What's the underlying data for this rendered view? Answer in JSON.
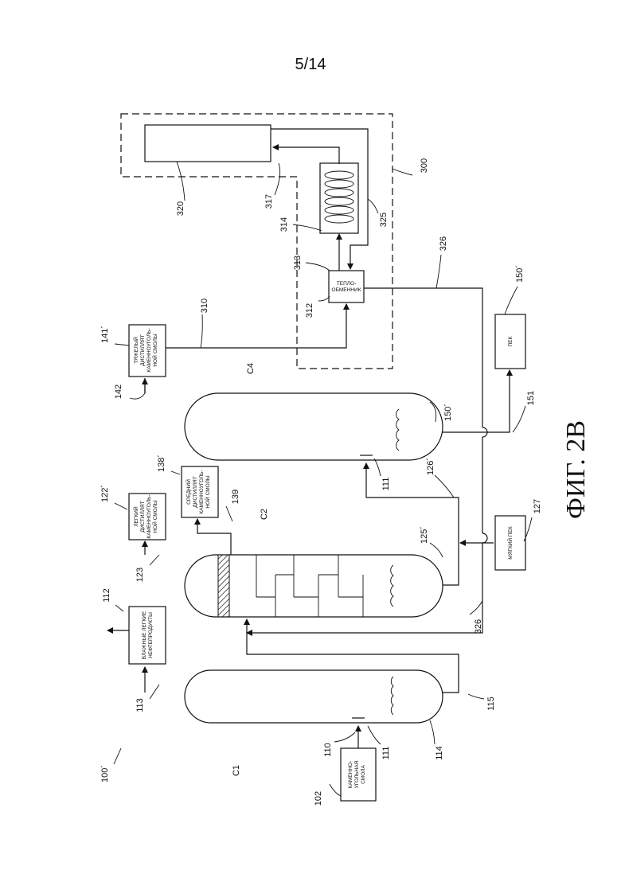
{
  "page": {
    "number": "5/14"
  },
  "figure": {
    "caption": "ФИГ. 2В"
  },
  "system_label": "100´",
  "columns": [
    {
      "id": "C1",
      "label": "С1"
    },
    {
      "id": "C2",
      "label": "С2"
    },
    {
      "id": "C4",
      "label": "С4"
    }
  ],
  "boxes": {
    "feed": [
      "КАМЕННО-",
      "УГОЛЬНАЯ",
      "СМОЛА"
    ],
    "light_oils": [
      "ВЛАЖНЫЕ ЛЕГКИЕ",
      "НЕФТЕПРОДУКТЫ"
    ],
    "light_distillate": [
      "ЛЕГКИЙ",
      "ДИСТИЛЛЯТ",
      "КАМЕННОУГОЛЬ-",
      "НОЙ СМОЛЫ"
    ],
    "middle_distillate": [
      "СРЕДНИЙ",
      "ДИСТИЛЛЯТ",
      "КАМЕННОУГОЛЬ-",
      "НОЙ СМОЛЫ"
    ],
    "heavy_distillate": [
      "ТЯЖЕЛЫЙ",
      "ДИСТИЛЛЯТ",
      "КАМЕННОУГОЛЬ-",
      "НОЙ СМОЛЫ"
    ],
    "heat_exchanger": [
      "ТЕПЛО-",
      "ОБМЕННИК"
    ],
    "soft_pitch": [
      "МЯГКИЙ ПЕК"
    ],
    "pitch": [
      "ПЕК"
    ]
  },
  "ref_numbers": {
    "n102": "102",
    "n110": "110",
    "n111a": "111",
    "n114": "114",
    "n115": "115",
    "n113": "113",
    "n112": "112",
    "n123": "123",
    "n122": "122´",
    "n139": "139",
    "n138": "138´",
    "n125": "125´",
    "n326a": "326",
    "n127": "127",
    "n126": "126´",
    "n111b": "111",
    "n142": "142",
    "n141": "141´",
    "n150a": "150´",
    "n151": "151",
    "n150b": "150´",
    "n310": "310",
    "n312": "312",
    "n313": "313",
    "n314": "314",
    "n317": "317",
    "n320": "320",
    "n325": "325",
    "n326b": "326",
    "n300": "300"
  }
}
